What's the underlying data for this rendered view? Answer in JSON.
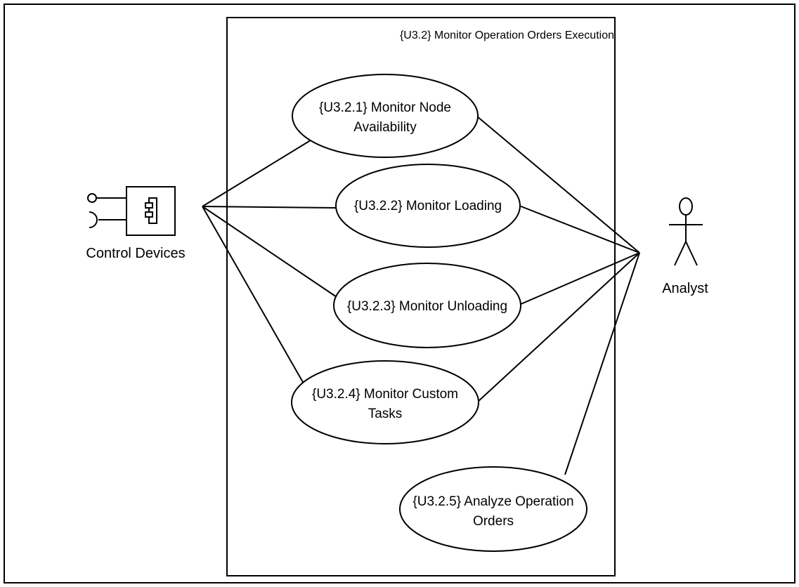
{
  "diagram": {
    "type": "uml-use-case",
    "system": {
      "title": "{U3.2} Monitor Operation Orders Execution"
    },
    "actors": {
      "control_devices": {
        "label": "Control Devices",
        "icon": "component-icon"
      },
      "analyst": {
        "label": "Analyst",
        "icon": "stick-figure-icon"
      }
    },
    "use_cases": [
      {
        "id": "U3.2.1",
        "lines": [
          "{U3.2.1} Monitor Node",
          "Availability"
        ]
      },
      {
        "id": "U3.2.2",
        "lines": [
          "{U3.2.2} Monitor Loading"
        ]
      },
      {
        "id": "U3.2.3",
        "lines": [
          "{U3.2.3} Monitor Unloading"
        ]
      },
      {
        "id": "U3.2.4",
        "lines": [
          "{U3.2.4} Monitor Custom",
          "Tasks"
        ]
      },
      {
        "id": "U3.2.5",
        "lines": [
          "{U3.2.5} Analyze Operation",
          "Orders"
        ]
      }
    ],
    "associations": [
      {
        "from": "control_devices",
        "to": "U3.2.1"
      },
      {
        "from": "control_devices",
        "to": "U3.2.2"
      },
      {
        "from": "control_devices",
        "to": "U3.2.3"
      },
      {
        "from": "control_devices",
        "to": "U3.2.4"
      },
      {
        "from": "analyst",
        "to": "U3.2.1"
      },
      {
        "from": "analyst",
        "to": "U3.2.2"
      },
      {
        "from": "analyst",
        "to": "U3.2.3"
      },
      {
        "from": "analyst",
        "to": "U3.2.4"
      },
      {
        "from": "analyst",
        "to": "U3.2.5"
      }
    ]
  }
}
